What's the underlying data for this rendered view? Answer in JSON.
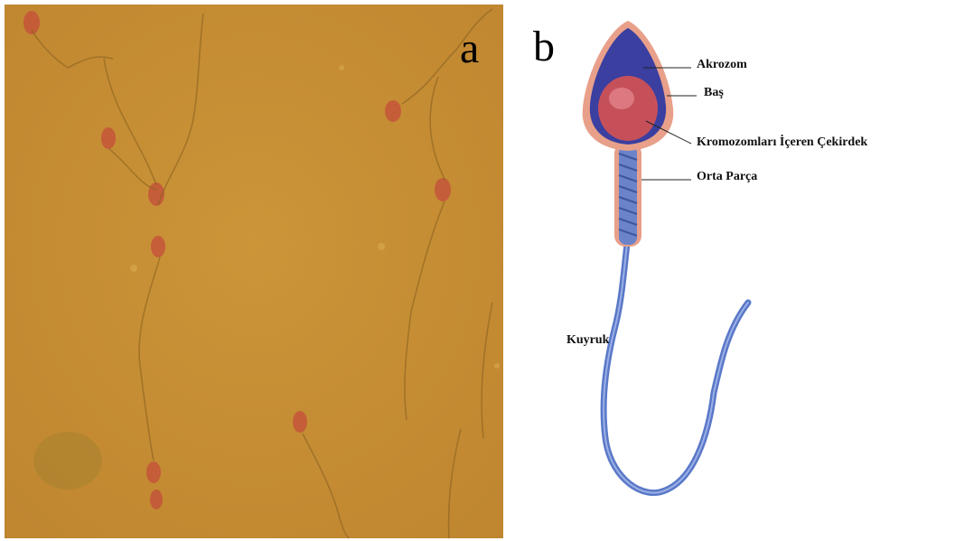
{
  "panels": {
    "a": {
      "letter": "a"
    },
    "b": {
      "letter": "b",
      "labels": {
        "akrozom": "Akrozom",
        "bas": "Baş",
        "kromozom": "Kromozomları İçeren Çekirdek",
        "orta_parca": "Orta Parça",
        "kuyruk": "Kuyruk"
      }
    }
  },
  "colors": {
    "micro_background": "#c78f34",
    "cell_head": "#c4553a",
    "acrosome": "#3a3fa0",
    "nucleus": "#c6505a",
    "outer_membrane": "#e8a08a",
    "tail": "#5a78c8"
  }
}
